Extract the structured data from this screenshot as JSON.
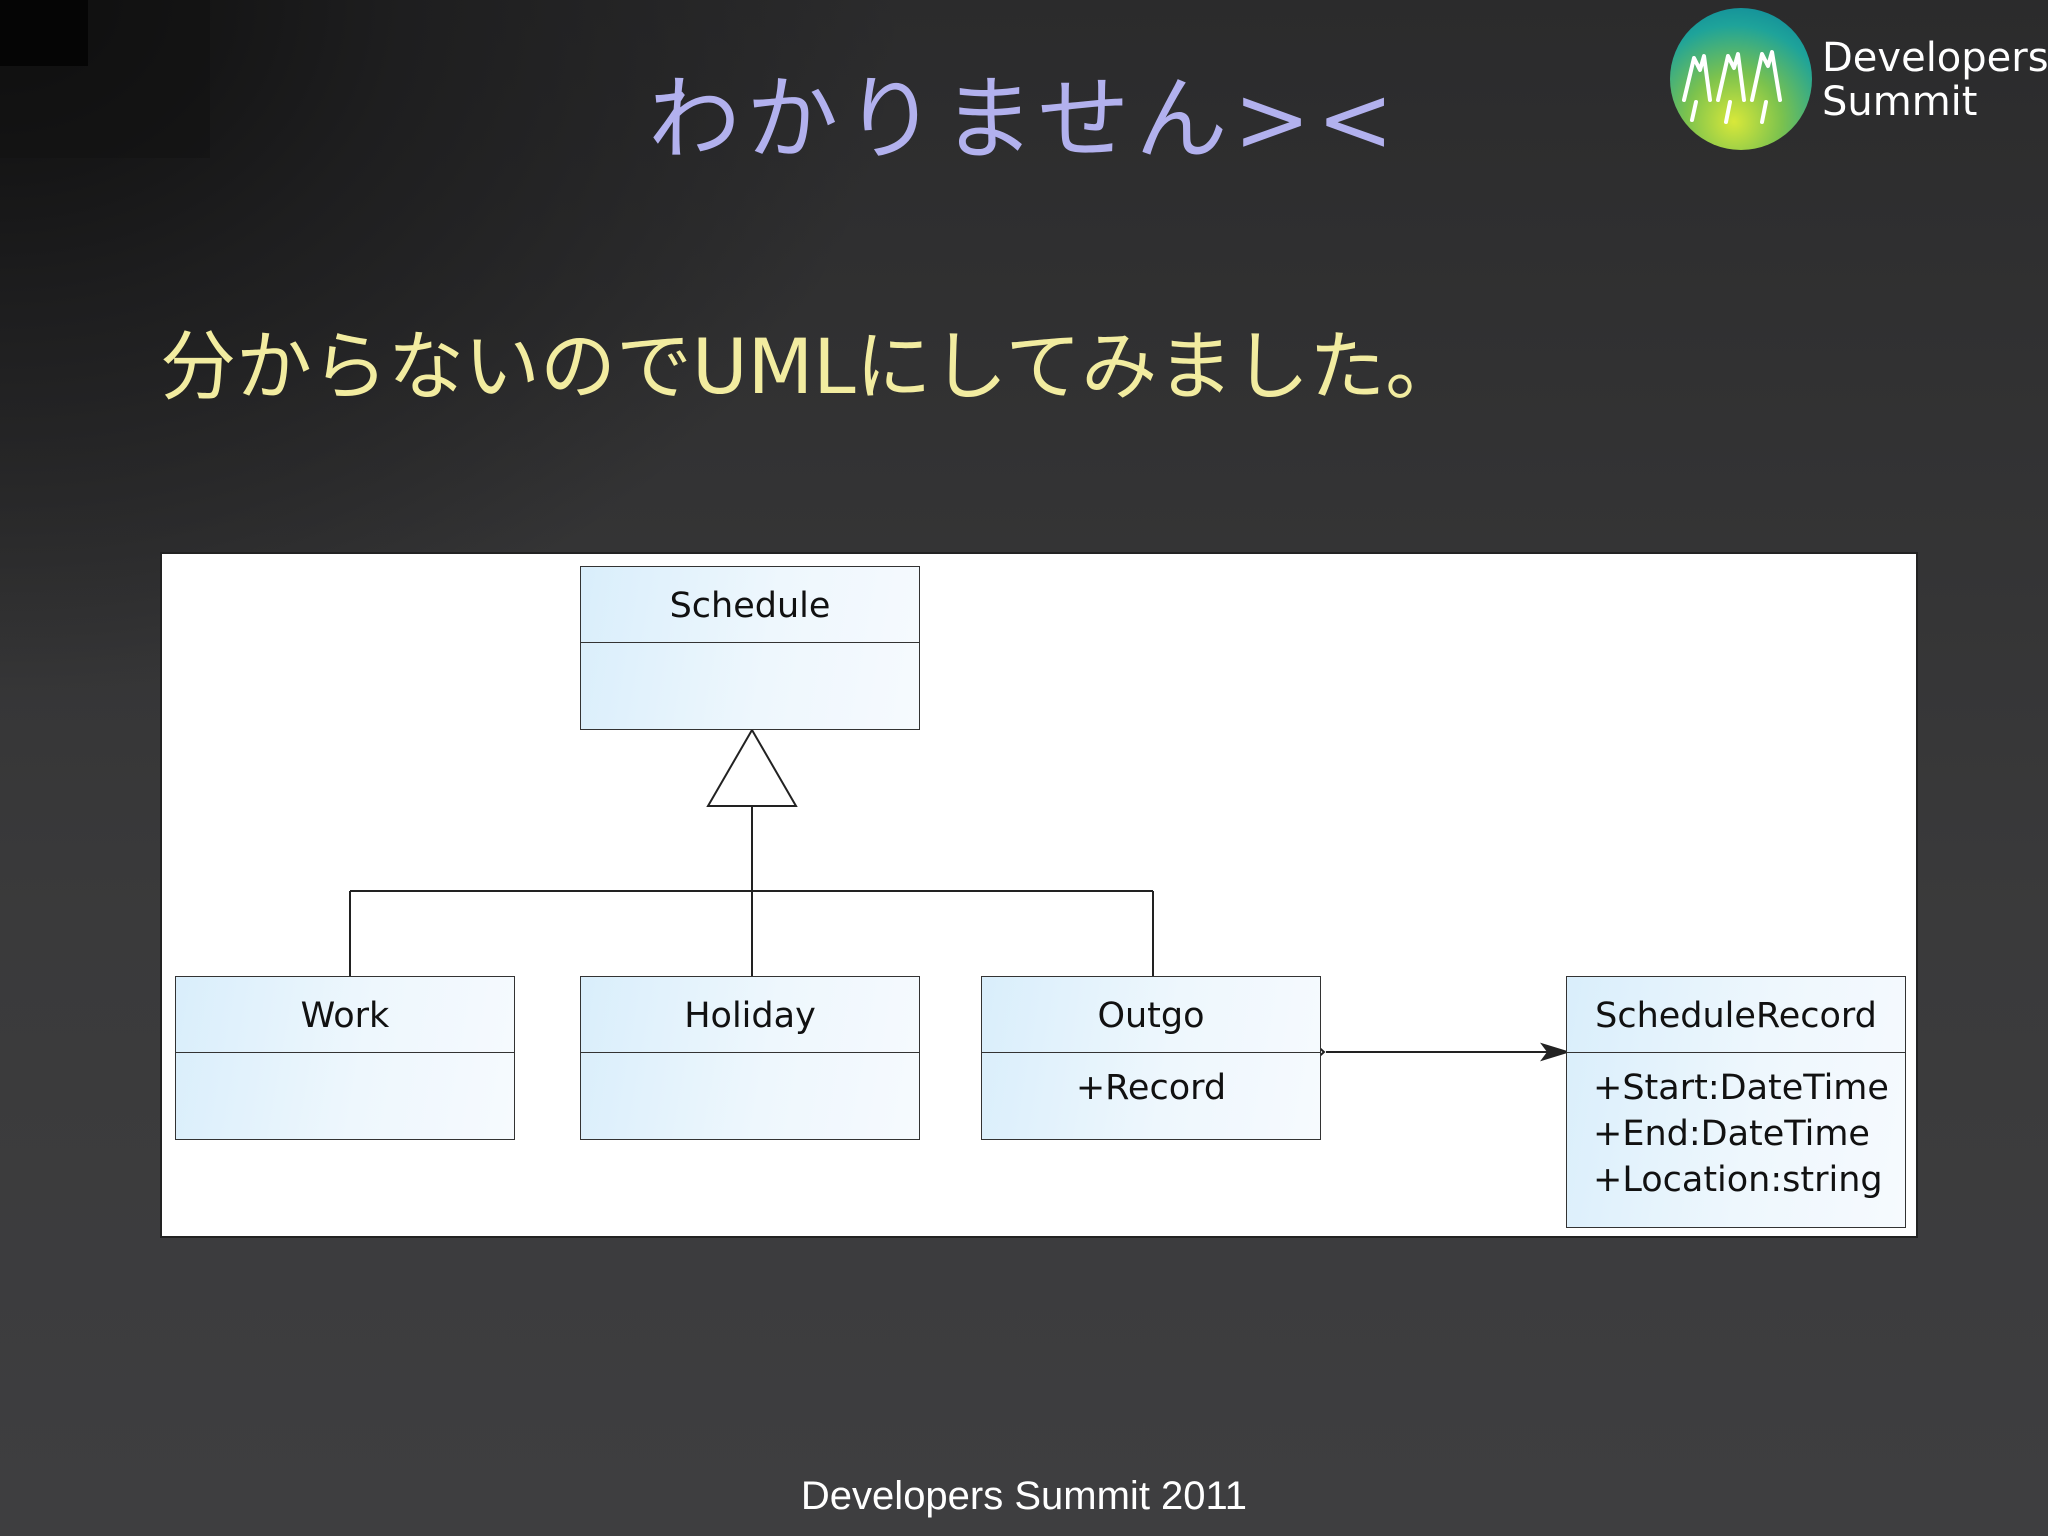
{
  "slide": {
    "title": "わかりません><",
    "subtitle": "分からないのでUMLにしてみました。",
    "footer": "Developers Summit 2011"
  },
  "logo": {
    "line1": "Developers",
    "line2": "Summit",
    "icon": "developers-summit-mountains-icon"
  },
  "diagram": {
    "classes": {
      "schedule": {
        "name": "Schedule",
        "attributes": []
      },
      "work": {
        "name": "Work",
        "attributes": []
      },
      "holiday": {
        "name": "Holiday",
        "attributes": []
      },
      "outgo": {
        "name": "Outgo",
        "attributes": [
          "+Record"
        ]
      },
      "schedule_record": {
        "name": "ScheduleRecord",
        "attributes": [
          "+Start:DateTime",
          "+End:DateTime",
          "+Location:string"
        ]
      }
    },
    "relations": [
      {
        "type": "generalization",
        "from": "Work",
        "to": "Schedule"
      },
      {
        "type": "generalization",
        "from": "Holiday",
        "to": "Schedule"
      },
      {
        "type": "generalization",
        "from": "Outgo",
        "to": "Schedule"
      },
      {
        "type": "aggregation",
        "from": "Outgo",
        "to": "ScheduleRecord"
      }
    ]
  },
  "colors": {
    "title": "#b2b1ee",
    "subtitle": "#f2eca0",
    "class_fill": "#e6f4fc"
  }
}
